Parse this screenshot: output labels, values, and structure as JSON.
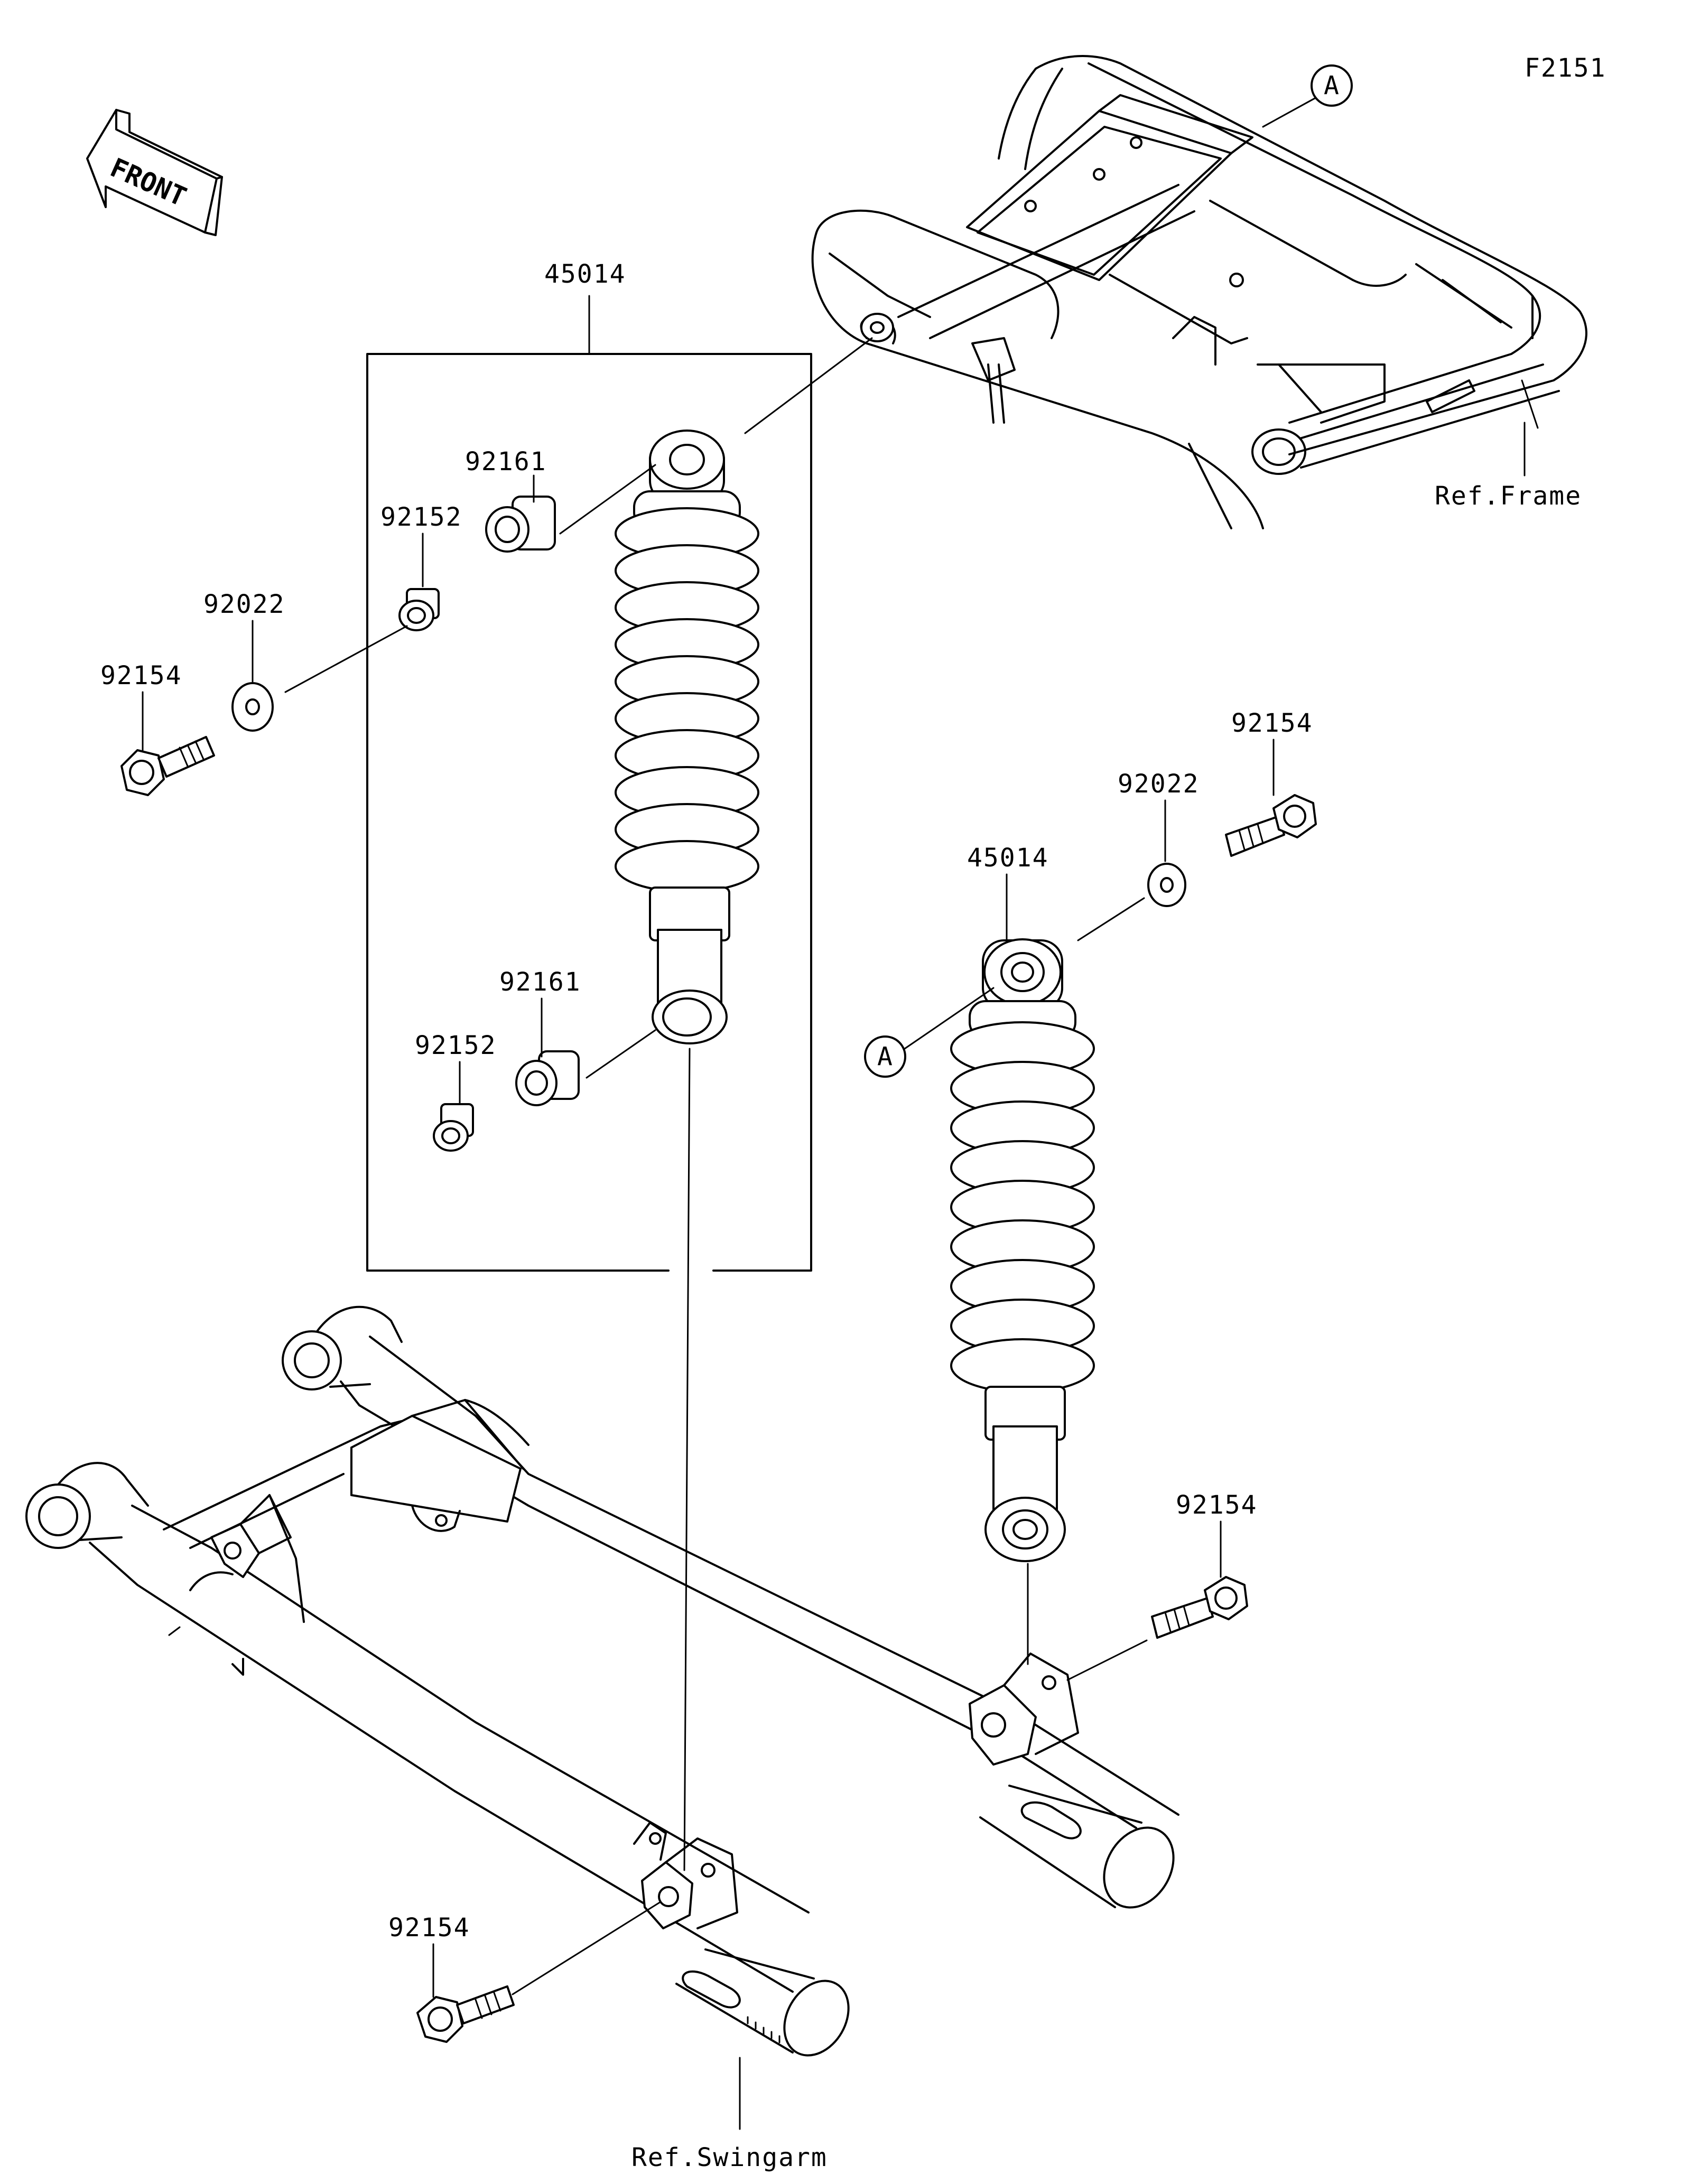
{
  "diagram_id": "F2151",
  "front_label": "FRONT",
  "refs": {
    "frame": "Ref.Frame",
    "swingarm": "Ref.Swingarm"
  },
  "callout": "A",
  "parts": {
    "shock_assembly": "45014",
    "bushing": "92161",
    "collar": "92152",
    "washer": "92022",
    "bolt": "92154"
  }
}
